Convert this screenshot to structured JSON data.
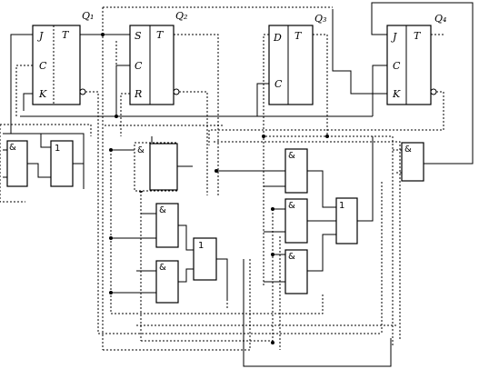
{
  "flip_flops": [
    {
      "type_label": "T",
      "output_label": "Q₁",
      "inputs": [
        "J",
        "C",
        "K"
      ]
    },
    {
      "type_label": "T",
      "output_label": "Q₂",
      "inputs": [
        "S",
        "C",
        "R"
      ]
    },
    {
      "type_label": "T",
      "output_label": "Q₃",
      "inputs": [
        "D",
        "C"
      ]
    },
    {
      "type_label": "T",
      "output_label": "Q₄",
      "inputs": [
        "J",
        "C",
        "K"
      ]
    }
  ],
  "gates": [
    {
      "symbol": "&"
    },
    {
      "symbol": "1"
    },
    {
      "symbol": "&"
    },
    {
      "symbol": "&"
    },
    {
      "symbol": "1"
    },
    {
      "symbol": "&"
    },
    {
      "symbol": "&"
    },
    {
      "symbol": "&"
    },
    {
      "symbol": "&"
    },
    {
      "symbol": "1"
    },
    {
      "symbol": "&"
    }
  ]
}
